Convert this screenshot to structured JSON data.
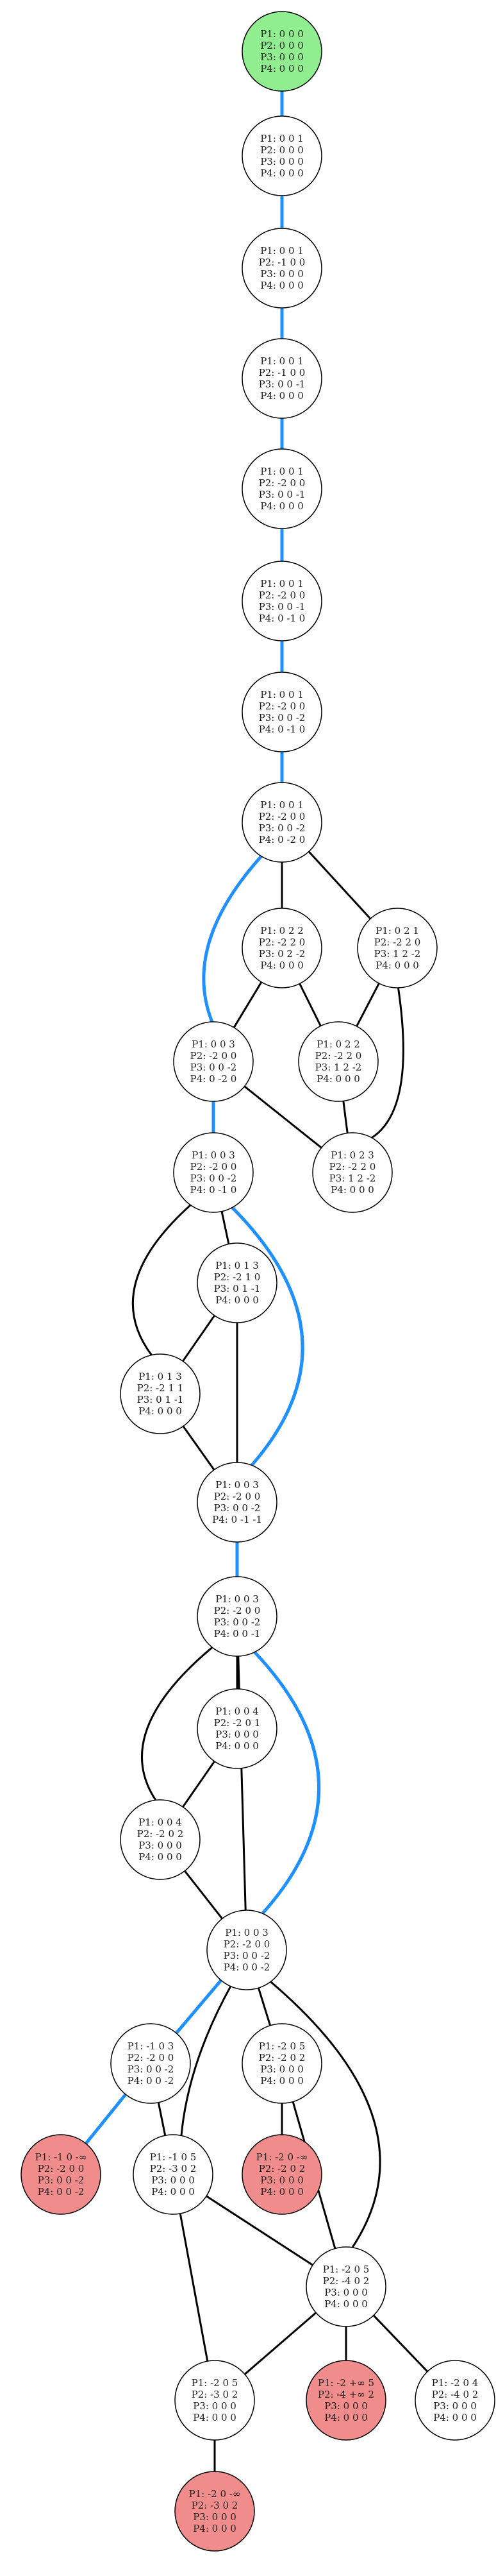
{
  "colors": {
    "path_edge": "#1e90ff",
    "plain_edge": "#000000",
    "start_fill": "#90ee90",
    "terminal_fill": "#f08c8c",
    "node_fill": "#ffffff"
  },
  "nodes": [
    {
      "id": "n0",
      "kind": "start",
      "lines": [
        "P1: 0 0 0",
        "P2: 0 0 0",
        "P3: 0 0 0",
        "P4: 0 0 0"
      ]
    },
    {
      "id": "n1",
      "kind": "normal",
      "lines": [
        "P1: 0 0 1",
        "P2: 0 0 0",
        "P3: 0 0 0",
        "P4: 0 0 0"
      ]
    },
    {
      "id": "n2",
      "kind": "normal",
      "lines": [
        "P1: 0 0 1",
        "P2: -1 0 0",
        "P3: 0 0 0",
        "P4: 0 0 0"
      ]
    },
    {
      "id": "n3",
      "kind": "normal",
      "lines": [
        "P1: 0 0 1",
        "P2: -1 0 0",
        "P3: 0 0 -1",
        "P4: 0 0 0"
      ]
    },
    {
      "id": "n4",
      "kind": "normal",
      "lines": [
        "P1: 0 0 1",
        "P2: -2 0 0",
        "P3: 0 0 -1",
        "P4: 0 0 0"
      ]
    },
    {
      "id": "n5",
      "kind": "normal",
      "lines": [
        "P1: 0 0 1",
        "P2: -2 0 0",
        "P3: 0 0 -1",
        "P4: 0 -1 0"
      ]
    },
    {
      "id": "n6",
      "kind": "normal",
      "lines": [
        "P1: 0 0 1",
        "P2: -2 0 0",
        "P3: 0 0 -2",
        "P4: 0 -1 0"
      ]
    },
    {
      "id": "n7",
      "kind": "normal",
      "lines": [
        "P1: 0 0 1",
        "P2: -2 0 0",
        "P3: 0 0 -2",
        "P4: 0 -2 0"
      ]
    },
    {
      "id": "n8",
      "kind": "normal",
      "lines": [
        "P1: 0 2 2",
        "P2: -2 2 0",
        "P3: 0 2 -2",
        "P4: 0 0 0"
      ]
    },
    {
      "id": "n9",
      "kind": "normal",
      "lines": [
        "P1: 0 2 1",
        "P2: -2 2 0",
        "P3: 1 2 -2",
        "P4: 0 0 0"
      ]
    },
    {
      "id": "n10",
      "kind": "normal",
      "lines": [
        "P1: 0 0 3",
        "P2: -2 0 0",
        "P3: 0 0 -2",
        "P4: 0 -2 0"
      ]
    },
    {
      "id": "n11",
      "kind": "normal",
      "lines": [
        "P1: 0 2 2",
        "P2: -2 2 0",
        "P3: 1 2 -2",
        "P4: 0 0 0"
      ]
    },
    {
      "id": "n12",
      "kind": "normal",
      "lines": [
        "P1: 0 0 3",
        "P2: -2 0 0",
        "P3: 0 0 -2",
        "P4: 0 -1 0"
      ]
    },
    {
      "id": "n13",
      "kind": "normal",
      "lines": [
        "P1: 0 2 3",
        "P2: -2 2 0",
        "P3: 1 2 -2",
        "P4: 0 0 0"
      ]
    },
    {
      "id": "n14",
      "kind": "normal",
      "lines": [
        "P1: 0 1 3",
        "P2: -2 1 0",
        "P3: 0 1 -1",
        "P4: 0 0 0"
      ]
    },
    {
      "id": "n15",
      "kind": "normal",
      "lines": [
        "P1: 0 1 3",
        "P2: -2 1 1",
        "P3: 0 1 -1",
        "P4: 0 0 0"
      ]
    },
    {
      "id": "n16",
      "kind": "normal",
      "lines": [
        "P1: 0 0 3",
        "P2: -2 0 0",
        "P3: 0 0 -2",
        "P4: 0 -1 -1"
      ]
    },
    {
      "id": "n17",
      "kind": "normal",
      "lines": [
        "P1: 0 0 3",
        "P2: -2 0 0",
        "P3: 0 0 -2",
        "P4: 0 0 -1"
      ]
    },
    {
      "id": "n18",
      "kind": "normal",
      "lines": [
        "P1: 0 0 4",
        "P2: -2 0 1",
        "P3: 0 0 0",
        "P4: 0 0 0"
      ]
    },
    {
      "id": "n19",
      "kind": "normal",
      "lines": [
        "P1: 0 0 4",
        "P2: -2 0 2",
        "P3: 0 0 0",
        "P4: 0 0 0"
      ]
    },
    {
      "id": "n20",
      "kind": "normal",
      "lines": [
        "P1: 0 0 3",
        "P2: -2 0 0",
        "P3: 0 0 -2",
        "P4: 0 0 -2"
      ]
    },
    {
      "id": "n21",
      "kind": "normal",
      "lines": [
        "P1: -1 0 3",
        "P2: -2 0 0",
        "P3: 0 0 -2",
        "P4: 0 0 -2"
      ]
    },
    {
      "id": "n22",
      "kind": "normal",
      "lines": [
        "P1: -2 0 5",
        "P2: -2 0 2",
        "P3: 0 0 0",
        "P4: 0 0 0"
      ]
    },
    {
      "id": "n23",
      "kind": "terminal",
      "lines": [
        "P1: -1 0 -∞",
        "P2: -2 0 0",
        "P3: 0 0 -2",
        "P4: 0 0 -2"
      ]
    },
    {
      "id": "n24",
      "kind": "normal",
      "lines": [
        "P1: -1 0 5",
        "P2: -3 0 2",
        "P3: 0 0 0",
        "P4: 0 0 0"
      ]
    },
    {
      "id": "n25",
      "kind": "terminal",
      "lines": [
        "P1: -2 0 -∞",
        "P2: -2 0 2",
        "P3: 0 0 0",
        "P4: 0 0 0"
      ]
    },
    {
      "id": "n26",
      "kind": "normal",
      "lines": [
        "P1: -2 0 5",
        "P2: -4 0 2",
        "P3: 0 0 0",
        "P4: 0 0 0"
      ]
    },
    {
      "id": "n27",
      "kind": "normal",
      "lines": [
        "P1: -2 0 5",
        "P2: -3 0 2",
        "P3: 0 0 0",
        "P4: 0 0 0"
      ]
    },
    {
      "id": "n28",
      "kind": "terminal",
      "lines": [
        "P1: -2 +∞ 5",
        "P2: -4 +∞ 2",
        "P3: 0 0 0",
        "P4: 0 0 0"
      ]
    },
    {
      "id": "n29",
      "kind": "normal",
      "lines": [
        "P1: -2 0 4",
        "P2: -4 0 2",
        "P3: 0 0 0",
        "P4: 0 0 0"
      ]
    },
    {
      "id": "n30",
      "kind": "terminal",
      "lines": [
        "P1: -2 0 -∞",
        "P2: -3 0 2",
        "P3: 0 0 0",
        "P4: 0 0 0"
      ]
    }
  ],
  "edges": [
    {
      "from": "n0",
      "to": "n1",
      "path": true
    },
    {
      "from": "n1",
      "to": "n2",
      "path": true
    },
    {
      "from": "n2",
      "to": "n3",
      "path": true
    },
    {
      "from": "n3",
      "to": "n4",
      "path": true
    },
    {
      "from": "n4",
      "to": "n5",
      "path": true
    },
    {
      "from": "n5",
      "to": "n6",
      "path": true
    },
    {
      "from": "n6",
      "to": "n7",
      "path": true
    },
    {
      "from": "n7",
      "to": "n10",
      "path": true
    },
    {
      "from": "n7",
      "to": "n8",
      "path": false
    },
    {
      "from": "n7",
      "to": "n9",
      "path": false
    },
    {
      "from": "n8",
      "to": "n10",
      "path": false
    },
    {
      "from": "n8",
      "to": "n11",
      "path": false
    },
    {
      "from": "n9",
      "to": "n11",
      "path": false
    },
    {
      "from": "n9",
      "to": "n13",
      "path": false
    },
    {
      "from": "n10",
      "to": "n12",
      "path": true
    },
    {
      "from": "n10",
      "to": "n13",
      "path": false
    },
    {
      "from": "n11",
      "to": "n13",
      "path": false
    },
    {
      "from": "n12",
      "to": "n16",
      "path": true
    },
    {
      "from": "n12",
      "to": "n14",
      "path": false
    },
    {
      "from": "n12",
      "to": "n15",
      "path": false
    },
    {
      "from": "n14",
      "to": "n15",
      "path": false
    },
    {
      "from": "n14",
      "to": "n16",
      "path": false
    },
    {
      "from": "n15",
      "to": "n16",
      "path": false
    },
    {
      "from": "n16",
      "to": "n17",
      "path": true
    },
    {
      "from": "n17",
      "to": "n20",
      "path": true
    },
    {
      "from": "n17",
      "to": "n18",
      "path": false
    },
    {
      "from": "n17",
      "to": "n19",
      "path": false
    },
    {
      "from": "n17",
      "to": "n20",
      "path": false
    },
    {
      "from": "n18",
      "to": "n19",
      "path": false
    },
    {
      "from": "n19",
      "to": "n20",
      "path": false
    },
    {
      "from": "n20",
      "to": "n21",
      "path": true
    },
    {
      "from": "n20",
      "to": "n22",
      "path": false
    },
    {
      "from": "n20",
      "to": "n24",
      "path": false
    },
    {
      "from": "n20",
      "to": "n26",
      "path": false
    },
    {
      "from": "n21",
      "to": "n23",
      "path": true
    },
    {
      "from": "n21",
      "to": "n24",
      "path": false
    },
    {
      "from": "n22",
      "to": "n25",
      "path": false
    },
    {
      "from": "n22",
      "to": "n26",
      "path": false
    },
    {
      "from": "n24",
      "to": "n26",
      "path": false
    },
    {
      "from": "n24",
      "to": "n27",
      "path": false
    },
    {
      "from": "n26",
      "to": "n27",
      "path": false
    },
    {
      "from": "n26",
      "to": "n28",
      "path": false
    },
    {
      "from": "n26",
      "to": "n29",
      "path": false
    },
    {
      "from": "n27",
      "to": "n30",
      "path": false
    }
  ]
}
